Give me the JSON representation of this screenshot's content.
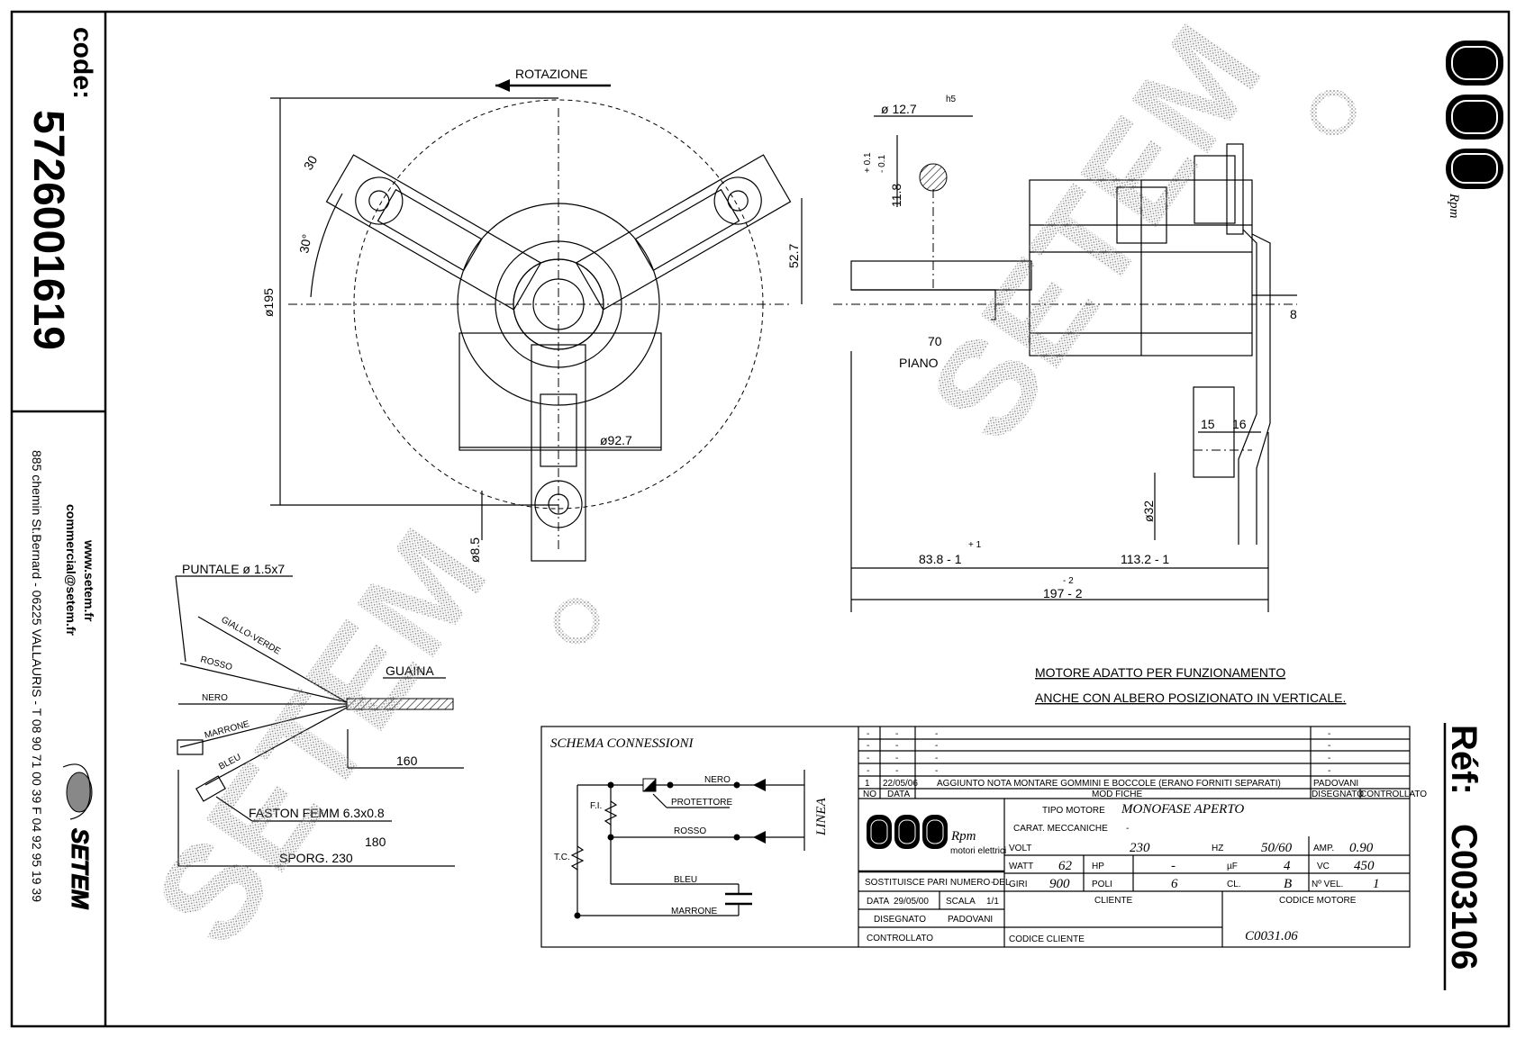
{
  "side_panel": {
    "code_label": "code:",
    "code_value": "5726001619",
    "website": "www.setem.fr",
    "email": "commercial@setem.fr",
    "address": "885 chemin St.Bernard - 06225 VALLAURIS - T 08 90 71 00 39  F 04 92 95 19 39",
    "brand": "SETEM"
  },
  "right_panel": {
    "logo_text": "Rpm",
    "ref_label": "Réf:",
    "ref_value": "C003106"
  },
  "watermark": "SETEM",
  "front_view": {
    "rotation_label": "ROTAZIONE",
    "dim_30": "30",
    "dim_angle": "30°",
    "dim_diameter": "ø195",
    "dim_height": "52.7",
    "dim_body": "ø92.7",
    "dim_hole": "ø8.5"
  },
  "side_view": {
    "shaft_diameter": "ø 12.7",
    "shaft_tolerance": "h5",
    "flat_tolerance_plus": "+ 0.1",
    "flat_tolerance_minus": "- 0.1",
    "flat_dim": "11.8",
    "flat_length": "70",
    "flat_label": "PIANO",
    "dim_8": "8",
    "dim_15": "15",
    "dim_16": "16",
    "dim_32": "ø32",
    "tol_plus1": "+ 1",
    "dim_83": "83.8 - 1",
    "dim_113": "113.2 - 1",
    "tol_minus2": "- 2",
    "dim_197": "197 - 2"
  },
  "note": {
    "line1": "MOTORE ADATTO PER FUNZIONAMENTO",
    "line2": "ANCHE CON ALBERO POSIZIONATO IN VERTICALE."
  },
  "harness": {
    "puntale": "PUNTALE ø 1.5x7",
    "wires": [
      "GIALLO-VERDE",
      "ROSSO",
      "NERO",
      "MARRONE",
      "BLEU"
    ],
    "guaina": "GUAINA",
    "len_160": "160",
    "faston": "FASTON FEMM 6.3x0.8",
    "len_180": "180",
    "sporg": "SPORG. 230"
  },
  "schema": {
    "title": "SCHEMA CONNESSIONI",
    "nero": "NERO",
    "protettore": "PROTETTORE",
    "rosso": "ROSSO",
    "bleu": "BLEU",
    "marrone": "MARRONE",
    "fi": "F.I.",
    "tc": "T.C.",
    "linea": "LINEA"
  },
  "title_block": {
    "revisions": [
      {
        "no": "-",
        "date": "-",
        "desc": "-",
        "by": "-"
      },
      {
        "no": "-",
        "date": "-",
        "desc": "-",
        "by": "-"
      },
      {
        "no": "-",
        "date": "-",
        "desc": "-",
        "by": "-"
      },
      {
        "no": "-",
        "date": "-",
        "desc": "-",
        "by": "-"
      },
      {
        "no": "1",
        "date": "22/05/06",
        "desc": "AGGIUNTO NOTA MONTARE GOMMINI E BOCCOLE (ERANO FORNITI SEPARATI)",
        "by": "PADOVANI"
      }
    ],
    "hdr_no": "NO",
    "hdr_date": "DATA",
    "hdr_mod": "MOD FICHE",
    "hdr_drawn": "DISEGNATO",
    "hdr_checked": "CONTROLLATO",
    "logo_text": "Rpm",
    "logo_sub": "motori elettrici",
    "tipo_label": "TIPO MOTORE",
    "tipo_value": "MONOFASE APERTO",
    "carat_label": "CARAT. MECCANICHE",
    "carat_value": "-",
    "volt_label": "VOLT",
    "volt_value": "230",
    "hz_label": "HZ",
    "hz_value": "50/60",
    "amp_label": "AMP.",
    "amp_value": "0.90",
    "watt_label": "WATT",
    "watt_value": "62",
    "hp_label": "HP",
    "hp_value": "-",
    "uf_label": "µF",
    "uf_value": "4",
    "vc_label": "VC",
    "vc_value": "450",
    "giri_label": "GIRI",
    "giri_value": "900",
    "poli_label": "POLI",
    "poli_value": "6",
    "cl_label": "CL.",
    "cl_value": "B",
    "vel_label": "Nº VEL.",
    "vel_value": "1",
    "sostituisce_label": "SOSTITUISCE PARI NUMERO DEL",
    "sostituisce_value": "-",
    "data_label": "DATA",
    "data_value": "29/05/00",
    "scala_label": "SCALA",
    "scala_value": "1/1",
    "disegnato_label": "DISEGNATO",
    "disegnato_value": "PADOVANI",
    "controllato_label": "CONTROLLATO",
    "cliente_label": "CLIENTE",
    "codice_cliente_label": "CODICE CLIENTE",
    "codice_motore_label": "CODICE MOTORE",
    "codice_motore_value": "C0031.06"
  }
}
